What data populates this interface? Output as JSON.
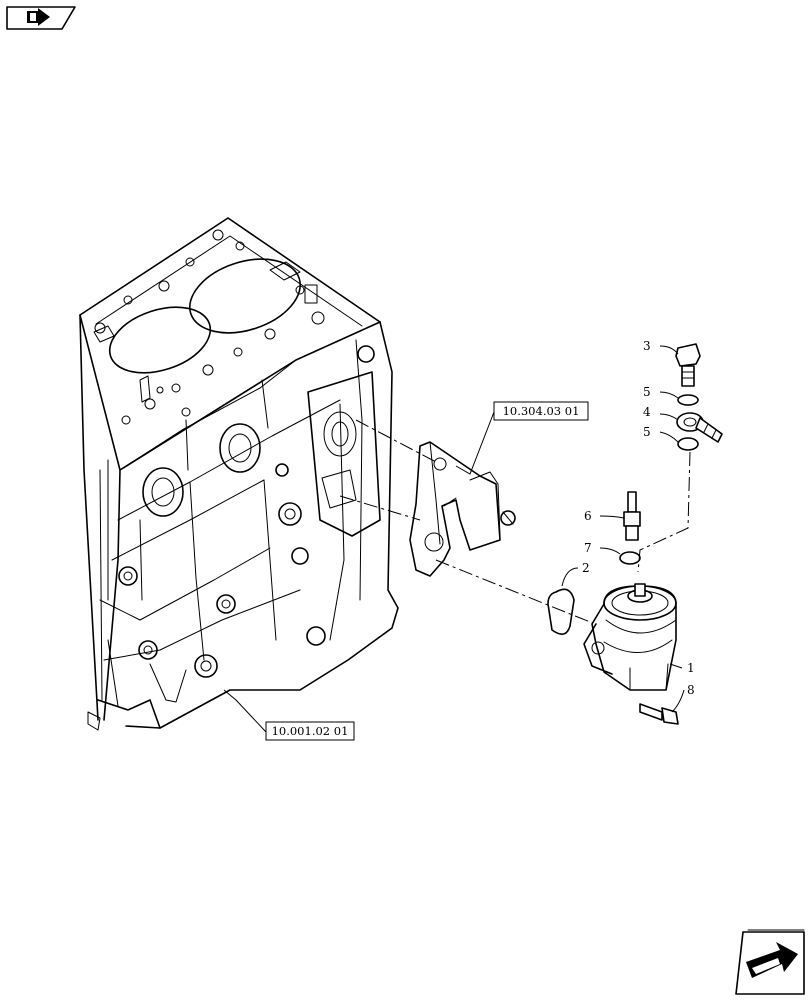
{
  "nav": {
    "prev_icon": "back-arrow-icon",
    "next_icon": "forward-arrow-icon"
  },
  "references": [
    {
      "id": "ref-a",
      "label": "10.304.03 01"
    },
    {
      "id": "ref-b",
      "label": "10.001.02 01"
    }
  ],
  "callouts": [
    {
      "id": "c3",
      "label": "3"
    },
    {
      "id": "c5a",
      "label": "5"
    },
    {
      "id": "c4",
      "label": "4"
    },
    {
      "id": "c5b",
      "label": "5"
    },
    {
      "id": "c6",
      "label": "6"
    },
    {
      "id": "c7",
      "label": "7"
    },
    {
      "id": "c2",
      "label": "2"
    },
    {
      "id": "c1",
      "label": "1"
    },
    {
      "id": "c8",
      "label": "8"
    }
  ]
}
